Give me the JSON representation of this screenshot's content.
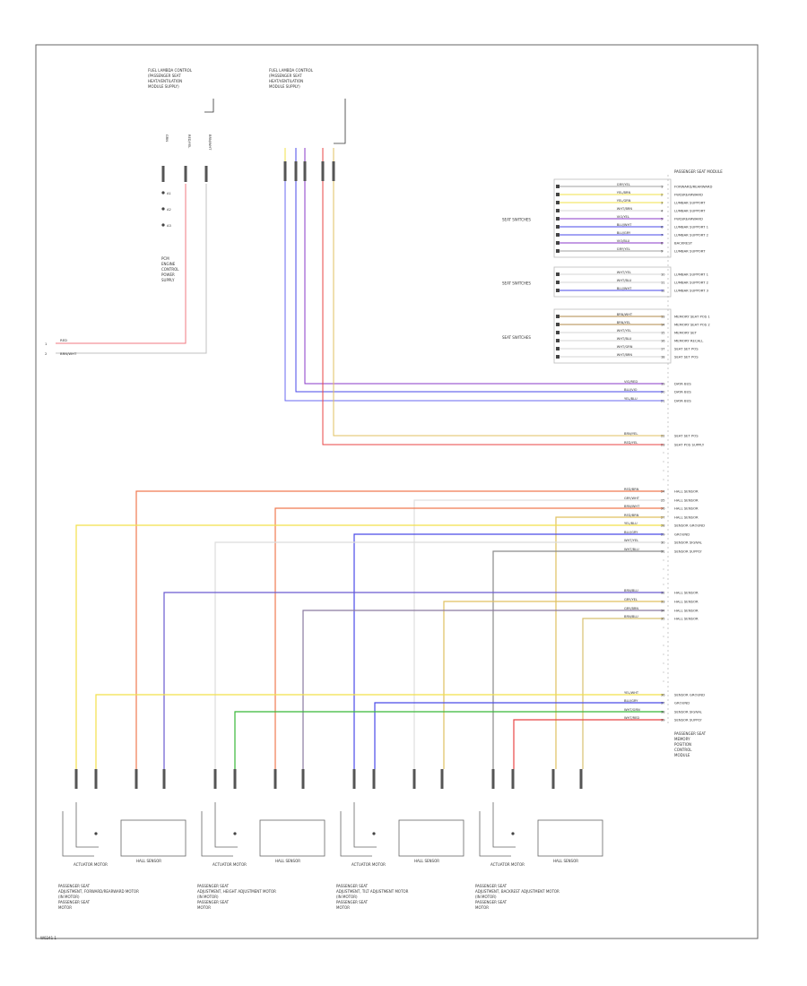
{
  "diagram": {
    "footer_code": "W0241 1",
    "top_left_connector": {
      "title_lines": [
        "FUEL LAMBDA CONTROL",
        "(PASSENGER SEAT",
        "HEAT/VENTILATION",
        "MODULE SUPPLY)"
      ],
      "side_labels": [
        "GRN",
        "RED/YEL",
        "BRN/WHT"
      ],
      "stub_labels": [
        "A1",
        "A2",
        "A3"
      ],
      "module_label_lines": [
        "PCM",
        "ENGINE",
        "CONTROL",
        "POWER",
        "SUPPLY"
      ]
    },
    "top_mid_connector": {
      "title_lines": [
        "FUEL LAMBDA CONTROL",
        "(PASSENGER SEAT",
        "HEAT/VENTILATION",
        "MODULE SUPPLY)"
      ]
    },
    "left_wire_labels": [
      "RED",
      "BRN/WHT"
    ],
    "left_pins": [
      "1",
      "2"
    ],
    "module_right": {
      "header": "PASSENGER SEAT MODULE",
      "footer_lines": [
        "PASSENGER SEAT",
        "MEMORY",
        "POSITION",
        "CONTROL",
        "MODULE"
      ]
    },
    "switch_groups": [
      {
        "label": "SEAT SWITCHES",
        "rows": [
          {
            "wire": "GRY/YEL",
            "pin": "1",
            "func": "FORWARD/REARWARD"
          },
          {
            "wire": "YEL/BRN",
            "pin": "2",
            "func": "FWD/REARWARD"
          },
          {
            "wire": "YEL/GRN",
            "pin": "3",
            "func": "LUMBAR SUPPORT"
          },
          {
            "wire": "WHT/BRN",
            "pin": "4",
            "func": "LUMBAR SUPPORT"
          },
          {
            "wire": "VIO/YEL",
            "pin": "5",
            "func": "FWD/REARWARD"
          },
          {
            "wire": "BLU/WHT",
            "pin": "6",
            "func": "LUMBAR SUPPORT 1"
          },
          {
            "wire": "BLU/GRY",
            "pin": "7",
            "func": "LUMBAR SUPPORT 2"
          },
          {
            "wire": "VIO/BLU",
            "pin": "8",
            "func": "BACKREST"
          },
          {
            "wire": "GRY/YEL",
            "pin": "9",
            "func": "LUMBAR SUPPORT"
          }
        ]
      },
      {
        "label": "SEAT SWITCHES",
        "rows": [
          {
            "wire": "WHT/YEL",
            "pin": "10",
            "func": "LUMBAR SUPPORT 1"
          },
          {
            "wire": "WHT/BLU",
            "pin": "11",
            "func": "LUMBAR SUPPORT 2"
          },
          {
            "wire": "BLU/WHT",
            "pin": "12",
            "func": "LUMBAR SUPPORT 3"
          }
        ]
      },
      {
        "label": "SEAT SWITCHES",
        "rows": [
          {
            "wire": "BRN/WHT",
            "pin": "13",
            "func": "MEMORY SEAT POS 1"
          },
          {
            "wire": "BRN/YEL",
            "pin": "14",
            "func": "MEMORY SEAT POS 2"
          },
          {
            "wire": "WHT/YEL",
            "pin": "15",
            "func": "MEMORY SET"
          },
          {
            "wire": "WHT/BLU",
            "pin": "16",
            "func": "MEMORY RECALL"
          },
          {
            "wire": "WHT/GRN",
            "pin": "17",
            "func": "SEAT SET POS"
          },
          {
            "wire": "WHT/BRN",
            "pin": "18",
            "func": "SEAT SET POS"
          }
        ]
      }
    ],
    "mid_rows": [
      {
        "wire": "VIO/RED",
        "pin": "19",
        "func": "DATA BUS"
      },
      {
        "wire": "BLU/VIO",
        "pin": "20",
        "func": "DATA BUS"
      },
      {
        "wire": "YEL/BLU",
        "pin": "21",
        "func": "DATA BUS"
      },
      {
        "wire": "BRN/YEL",
        "pin": "22",
        "func": "SEAT SET POS"
      },
      {
        "wire": "RED/YEL",
        "pin": "23",
        "func": "SEAT POS SUPPLY"
      }
    ],
    "lower_rows": [
      {
        "wire": "RED/BRN",
        "pin": "24",
        "func": "HALL SENSOR"
      },
      {
        "wire": "GRY/WHT",
        "pin": "25",
        "func": "HALL SENSOR"
      },
      {
        "wire": "BRN/WHT",
        "pin": "26",
        "func": "HALL SENSOR"
      },
      {
        "wire": "RED/BRN",
        "pin": "27",
        "func": "HALL SENSOR"
      },
      {
        "wire": "YEL/BLU",
        "pin": "28",
        "func": "SENSOR GROUND"
      },
      {
        "wire": "BLU/GRY",
        "pin": "29",
        "func": "GROUND"
      },
      {
        "wire": "WHT/YEL",
        "pin": "30",
        "func": "SENSOR SIGNAL"
      },
      {
        "wire": "WHT/BLU",
        "pin": "31",
        "func": "SENSOR SUPPLY"
      }
    ],
    "hall_rows": [
      {
        "wire": "BRN/BLU",
        "pin": "32",
        "func": "HALL SENSOR"
      },
      {
        "wire": "GRY/YEL",
        "pin": "33",
        "func": "HALL SENSOR"
      },
      {
        "wire": "GRY/BRN",
        "pin": "34",
        "func": "HALL SENSOR"
      },
      {
        "wire": "BRN/BLU",
        "pin": "35",
        "func": "HALL SENSOR"
      }
    ],
    "bottom_rows": [
      {
        "wire": "YEL/WHT",
        "pin": "36",
        "func": "SENSOR GROUND"
      },
      {
        "wire": "BLU/GRY",
        "pin": "37",
        "func": "GROUND"
      },
      {
        "wire": "WHT/GRN",
        "pin": "38",
        "func": "SENSOR SIGNAL"
      },
      {
        "wire": "WHT/RED",
        "pin": "39",
        "func": "SENSOR SUPPLY"
      }
    ],
    "motors": [
      {
        "sensor": "HALL SENSOR",
        "actuator": "ACTUATOR MOTOR",
        "caption_lines": [
          "PASSENGER SEAT",
          "ADJUSTMENT, FORWARD/REARWARD MOTOR",
          "(IN MOTOR)",
          "PASSENGER SEAT",
          "MOTOR"
        ]
      },
      {
        "sensor": "HALL SENSOR",
        "actuator": "ACTUATOR MOTOR",
        "caption_lines": [
          "PASSENGER SEAT",
          "ADJUSTMENT, HEIGHT ADJUSTMENT MOTOR",
          "(IN MOTOR)",
          "PASSENGER SEAT",
          "MOTOR"
        ]
      },
      {
        "sensor": "HALL SENSOR",
        "actuator": "ACTUATOR MOTOR",
        "caption_lines": [
          "PASSENGER SEAT",
          "ADJUSTMENT, TILT ADJUSTMENT MOTOR",
          "(IN MOTOR)",
          "PASSENGER SEAT",
          "MOTOR"
        ]
      },
      {
        "sensor": "HALL SENSOR",
        "actuator": "ACTUATOR MOTOR",
        "caption_lines": [
          "PASSENGER SEAT",
          "ADJUSTMENT, BACKREST ADJUSTMENT MOTOR",
          "(IN MOTOR)",
          "PASSENGER SEAT",
          "MOTOR"
        ]
      }
    ]
  }
}
